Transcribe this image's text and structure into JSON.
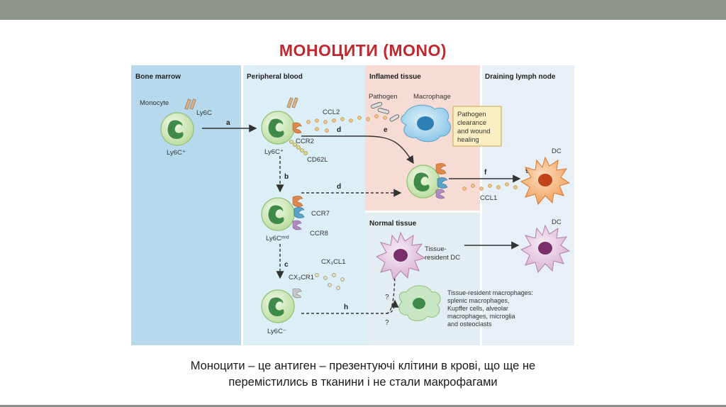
{
  "slide": {
    "title": "МОНОЦИТИ (MONO)",
    "caption_line1": "Моноцити – це антиген – презентуючі клітини в крові, що ще не",
    "caption_line2": "перемістились в тканини і не стали макрофагами"
  },
  "figure": {
    "panels": {
      "bone_marrow": "Bone marrow",
      "peripheral_blood": "Peripheral blood",
      "inflamed_tissue": "Inflamed tissue",
      "draining_lymph_node": "Draining lymph node",
      "normal_tissue": "Normal tissue"
    },
    "labels": {
      "monocyte": "Monocyte",
      "ly6c": "Ly6C",
      "ly6c_plus_bm": "Ly6C⁺",
      "ly6c_plus_pb": "Ly6C⁺",
      "ccr2": "CCR2",
      "cd62l": "CD62L",
      "ccl2": "CCL2",
      "ly6c_mid": "Ly6Cᵐⁱᵈ",
      "ccr7": "CCR7",
      "ccr8": "CCR8",
      "cx3cl1": "CX₃CL1",
      "cx3cr1": "CX₃CR1",
      "ly6c_minus": "Ly6C⁻",
      "pathogen": "Pathogen",
      "macrophage": "Macrophage",
      "pathogen_box": [
        "Pathogen",
        "clearance",
        "and wound",
        "healing"
      ],
      "ccl1": "CCL1",
      "dc_top": "DC",
      "dc_bottom": "DC",
      "tissue_resident_dc": [
        "Tissue-",
        "resident DC"
      ],
      "tissue_resident_macrophages": [
        "Tissue-resident macrophages:",
        "splenic macrophages,",
        "Kupffer cells, alveolar",
        "macrophages, microglia",
        "and osteoclasts"
      ],
      "question_1": "?",
      "question_2": "?"
    },
    "arrow_letters": {
      "a": "a",
      "b": "b",
      "c": "c",
      "d1": "d",
      "d2": "d",
      "e": "e",
      "f": "f",
      "g": "g",
      "h": "h"
    },
    "colors": {
      "bone_marrow_panel": "#b7d9ee",
      "peripheral_blood_panel": "#dceef6",
      "inflamed_panel": "#f6dcd5",
      "normal_panel": "#e3eef3",
      "lymph_node_panel": "#e6f0f6",
      "monocyte_fill": "#cfe8b8",
      "monocyte_nucleus": "#3f8a4a",
      "macrophage_fill": "#a9d6ee",
      "dc_orange": "#f3a25a",
      "dc_pink": "#dcb6d3",
      "title_red": "#c0282e",
      "receptor_orange": "#e0874a",
      "receptor_blue": "#5aa4c8",
      "receptor_purple": "#b08ac0",
      "chemokine_dot": "#e8a24a"
    }
  }
}
